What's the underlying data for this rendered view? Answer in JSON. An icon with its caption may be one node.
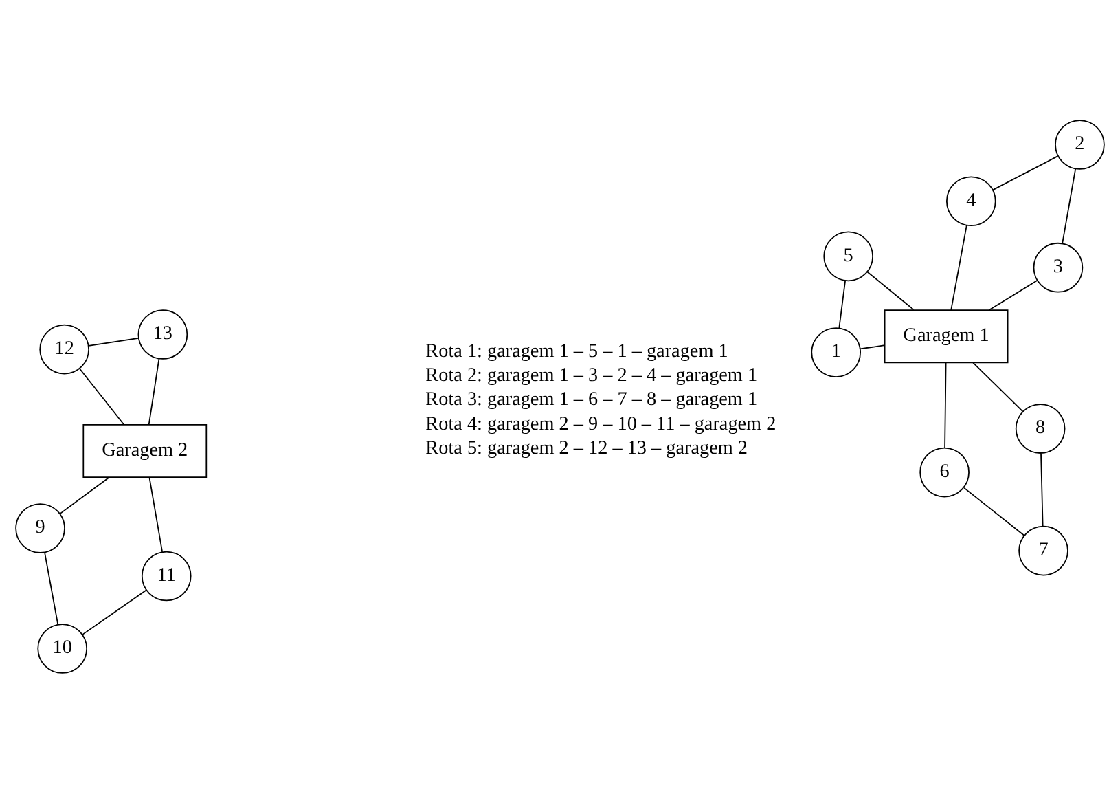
{
  "diagram": {
    "nodes": [
      {
        "text": [
          "1"
        ]
      },
      {
        "text": [
          "2"
        ]
      },
      {
        "text": [
          "3"
        ]
      },
      {
        "text": [
          "4"
        ]
      },
      {
        "text": [
          "5"
        ]
      },
      {
        "text": [
          "6"
        ]
      },
      {
        "text": [
          "7"
        ]
      },
      {
        "text": [
          "8"
        ]
      },
      {
        "text": [
          "9"
        ]
      },
      {
        "text": [
          "10"
        ]
      },
      {
        "text": [
          "11"
        ]
      },
      {
        "text": [
          "12"
        ]
      },
      {
        "text": [
          "13"
        ]
      },
      {
        "text": [
          "Garagem 1"
        ]
      },
      {
        "text": [
          "Garagem 2"
        ]
      }
    ],
    "edges": [
      {
        "from": 13,
        "to": 4,
        "arrow": "none"
      },
      {
        "from": 13,
        "to": 0,
        "arrow": "none"
      },
      {
        "from": 0,
        "to": 4,
        "arrow": "none"
      },
      {
        "from": 13,
        "to": 3,
        "arrow": "none"
      },
      {
        "from": 3,
        "to": 1,
        "arrow": "none"
      },
      {
        "from": 1,
        "to": 2,
        "arrow": "none"
      },
      {
        "from": 2,
        "to": 13,
        "arrow": "none"
      },
      {
        "from": 13,
        "to": 5,
        "arrow": "none"
      },
      {
        "from": 5,
        "to": 6,
        "arrow": "none"
      },
      {
        "from": 6,
        "to": 7,
        "arrow": "none"
      },
      {
        "from": 7,
        "to": 13,
        "arrow": "none"
      },
      {
        "from": 14,
        "to": 8,
        "arrow": "none"
      },
      {
        "from": 8,
        "to": 9,
        "arrow": "none"
      },
      {
        "from": 9,
        "to": 10,
        "arrow": "none"
      },
      {
        "from": 10,
        "to": 14,
        "arrow": "none"
      },
      {
        "from": 14,
        "to": 11,
        "arrow": "none"
      },
      {
        "from": 11,
        "to": 12,
        "arrow": "none"
      },
      {
        "from": 12,
        "to": 14,
        "arrow": "none"
      }
    ],
    "labels": [
      "Rota 1: garagem 1 – 5 – 1 – garagem 1",
      "Rota 2: garagem 1 – 3 – 2 – 4 – garagem 1",
      "Rota 3: garagem 1 – 6 – 7 – 8 – garagem 1",
      "Rota 4: garagem 2 – 9 – 10 – 11 – garagem 2",
      "Rota 5: garagem 2 – 12 – 13 – garagem 2"
    ]
  }
}
